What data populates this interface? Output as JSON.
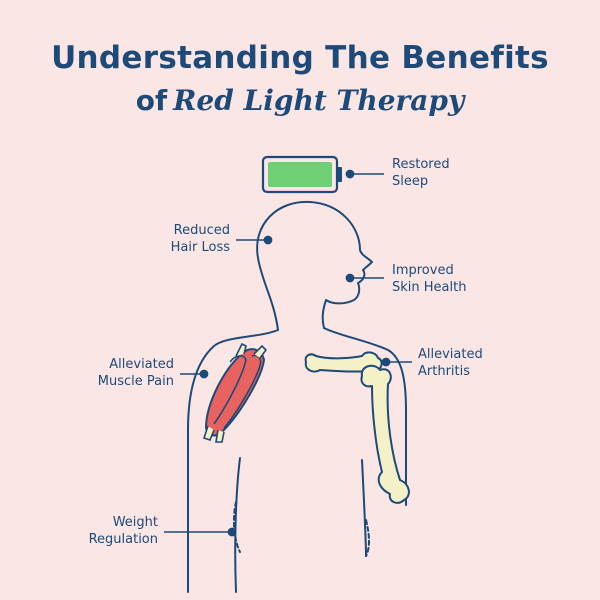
{
  "title": {
    "line1": "Understanding The Benefits",
    "line2_lead": "of",
    "line2_script": "Red Light Therapy"
  },
  "benefits": {
    "restored_sleep": [
      "Restored",
      "Sleep"
    ],
    "reduced_hair_loss": [
      "Reduced",
      "Hair Loss"
    ],
    "improved_skin_health": [
      "Improved",
      "Skin Health"
    ],
    "alleviated_muscle_pain": [
      "Alleviated",
      "Muscle Pain"
    ],
    "alleviated_arthritis": [
      "Alleviated",
      "Arthritis"
    ],
    "weight_regulation": [
      "Weight",
      "Regulation"
    ]
  },
  "colors": {
    "background": "#fbe6e6",
    "ink": "#1d4a78",
    "battery_fill": "#6fcf74",
    "muscle": "#e8635f",
    "bone": "#f4f0c8"
  },
  "icons": [
    "battery-icon",
    "muscle-icon",
    "bone-icon",
    "human-silhouette"
  ]
}
